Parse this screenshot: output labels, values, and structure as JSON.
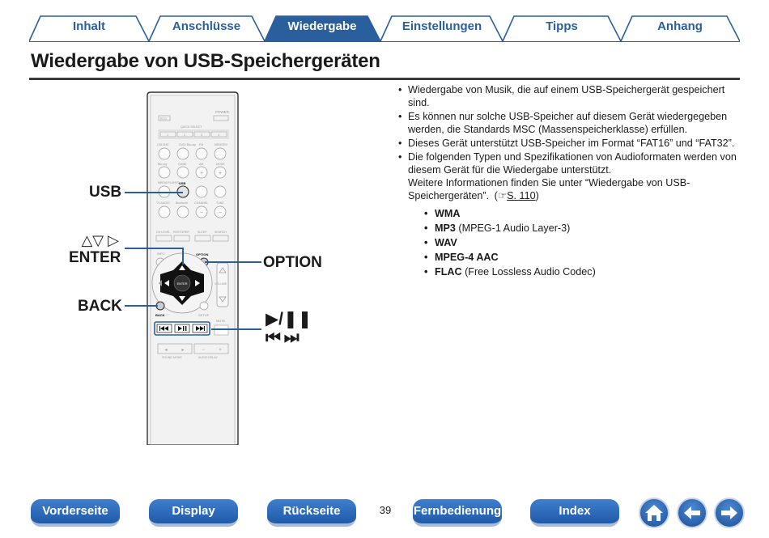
{
  "tabs": [
    {
      "label": "Inhalt",
      "active": false
    },
    {
      "label": "Anschlüsse",
      "active": false
    },
    {
      "label": "Wiedergabe",
      "active": true
    },
    {
      "label": "Einstellungen",
      "active": false
    },
    {
      "label": "Tipps",
      "active": false
    },
    {
      "label": "Anhang",
      "active": false
    }
  ],
  "page_title": "Wiedergabe von USB-Speichergeräten",
  "callouts": {
    "usb": "USB",
    "arrows": "△▽ ▷",
    "enter": "ENTER",
    "back": "BACK",
    "option": "OPTION",
    "play_pause": "▶/❚❚",
    "skip": "⏮ ⏭"
  },
  "remote": {
    "power": "POWER",
    "eco": "ECO",
    "quick_select": "QUICK SELECT",
    "qs": [
      "1",
      "2",
      "3",
      "4"
    ],
    "row1": [
      "CBL/SAT",
      "DVD/\nBlu-ray",
      "FM",
      "MEMORY"
    ],
    "row2": [
      "Blu-ray",
      "GAME",
      "AM",
      "MODE"
    ],
    "row3": [
      "MEDIA\nPLAYER",
      "USB",
      "",
      ""
    ],
    "row4": [
      "TV AUDIO",
      "Bluetooth",
      "CHANNEL",
      "TUNE"
    ],
    "row5": [
      "CH LEVEL",
      "RESTORER",
      "SLEEP",
      "SEARCH"
    ],
    "info": "INFO",
    "option": "OPTION",
    "volume": "VOLUME",
    "enter": "ENTER",
    "back": "BACK",
    "setup": "SETUP",
    "mute": "MUTE",
    "sound_mode": "SOUND MODE",
    "audio_delay": "AUDIO DELAY"
  },
  "content": {
    "bullets": [
      "Wiedergabe von Musik, die auf einem USB-Speichergerät gespeichert sind.",
      "Es können nur solche USB-Speicher auf diesem Gerät wiedergegeben werden, die Standards MSC (Massenspeicherklasse) erfüllen.",
      "Dieses Gerät unterstützt USB-Speicher im Format “FAT16” und “FAT32”."
    ],
    "formats_intro": "Die folgenden Typen und Spezifikationen von Audioformaten werden von diesem Gerät für die Wiedergabe unterstützt.",
    "formats_more": "Weitere Informationen finden Sie unter “Wiedergabe von USB-Speichergeräten”.",
    "ref_open": "(",
    "ref_icon": "☞",
    "ref_link": "S. 110",
    "ref_close": ")",
    "formats": [
      {
        "name": "WMA",
        "desc": ""
      },
      {
        "name": "MP3",
        "desc": " (MPEG-1 Audio Layer-3)"
      },
      {
        "name": "WAV",
        "desc": ""
      },
      {
        "name": "MPEG-4 AAC",
        "desc": ""
      },
      {
        "name": "FLAC",
        "desc": " (Free Lossless Audio Codec)"
      }
    ]
  },
  "bottom_nav": {
    "buttons": [
      "Vorderseite",
      "Display",
      "Rückseite",
      "Fernbedienung",
      "Index"
    ],
    "page_number": "39"
  },
  "colors": {
    "accent": "#2a5f9e",
    "active_tab": "#2a5f9e",
    "button_blue": "#2a6bbf"
  }
}
